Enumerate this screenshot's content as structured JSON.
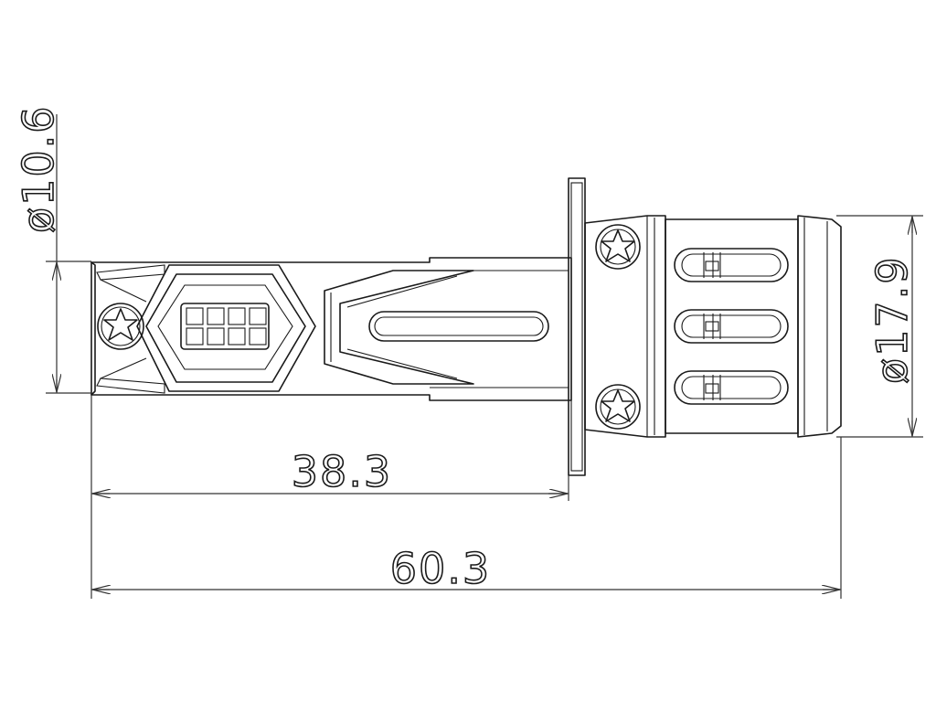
{
  "dimensions": {
    "diameter_small": "ø10.6",
    "diameter_large": "ø17.9",
    "length_short": "38.3",
    "length_total": "60.3"
  },
  "colors": {
    "line": "#1a1a1a",
    "background": "#ffffff"
  }
}
